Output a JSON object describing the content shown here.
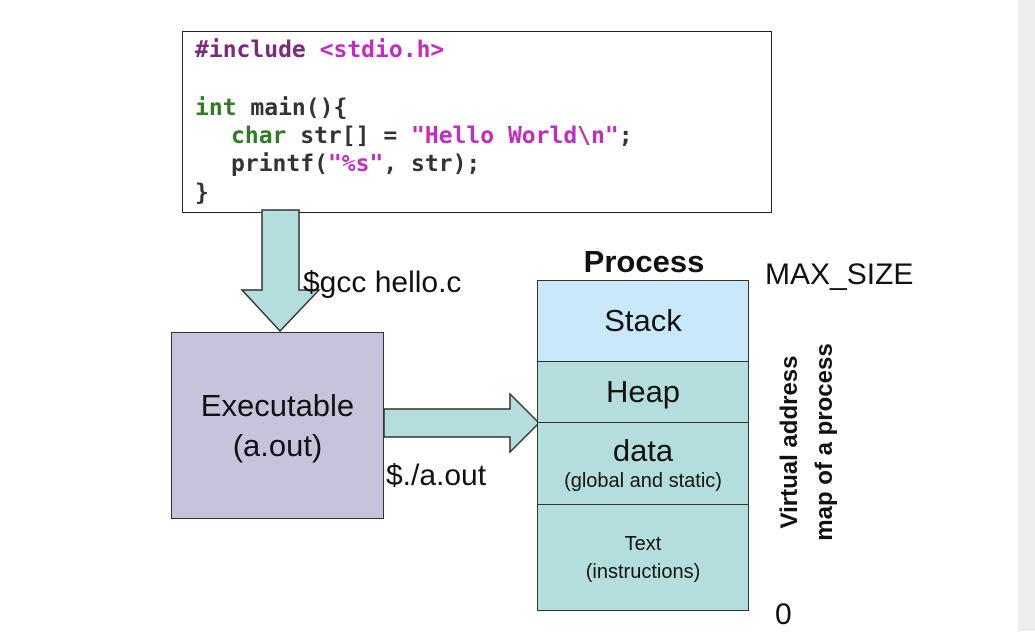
{
  "code": {
    "line1_directive": "#include",
    "line1_header": "<stdio.h>",
    "line2_type": "int",
    "line2_rest": " main(){",
    "line3_type": "char",
    "line3_rest": " str[] = ",
    "line3_string": "\"Hello World\\n\"",
    "line3_end": ";",
    "line4_start": "printf(",
    "line4_string": "\"%s\"",
    "line4_end": ", str);",
    "line5": "}"
  },
  "compile_command": "$gcc hello.c",
  "run_command": "$./a.out",
  "executable": {
    "name": "Executable",
    "file": "(a.out)"
  },
  "process": {
    "title": "Process",
    "max_label": "MAX_SIZE",
    "zero_label": "0",
    "segments": {
      "stack": "Stack",
      "heap": "Heap",
      "data": "data",
      "data_note": "(global and static)",
      "text": "Text",
      "text_note": "(instructions)"
    }
  },
  "side_caption": {
    "line1": "Virtual address",
    "line2": "map of a process"
  },
  "colors": {
    "arrow_fill": "#b4dede",
    "executable_fill": "#c6c3dc",
    "stack_fill": "#c9e9fb",
    "segment_fill": "#b4dede"
  }
}
